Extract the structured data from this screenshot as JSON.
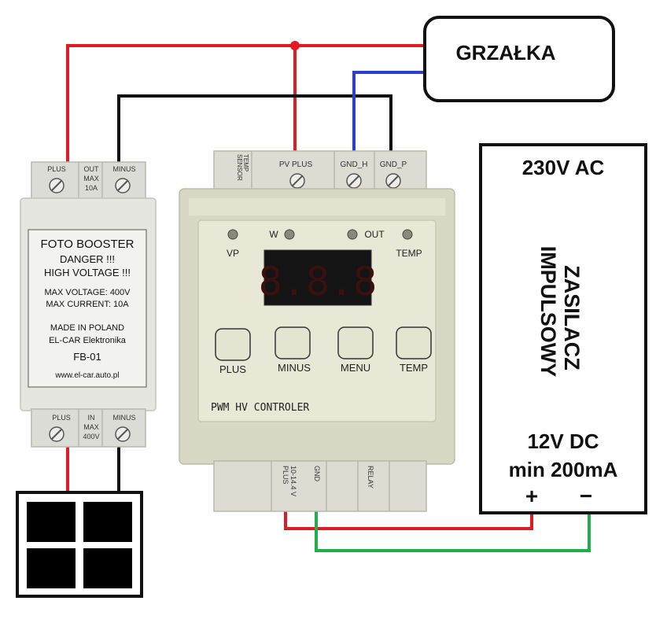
{
  "heater": {
    "label": "GRZAŁKA"
  },
  "power_supply": {
    "input": "230V AC",
    "name_line1": "ZASILACZ",
    "name_line2": "IMPULSOWY",
    "output_line1": "12V DC",
    "output_line2": "min 200mA",
    "plus": "+",
    "minus": "−"
  },
  "booster": {
    "top_terminals": {
      "plus": "PLUS",
      "out1": "OUT",
      "out2": "MAX",
      "out3": "10A",
      "minus": "MINUS"
    },
    "title": "FOTO BOOSTER",
    "warning1": "DANGER !!!",
    "warning2": "HIGH VOLTAGE !!!",
    "max_voltage": "MAX VOLTAGE: 400V",
    "max_current": "MAX CURRENT: 10A",
    "made_in": "MADE IN POLAND",
    "maker": "EL-CAR Elektronika",
    "model": "FB-01",
    "website": "www.el-car.auto.pl",
    "bottom_terminals": {
      "plus": "PLUS",
      "in1": "IN",
      "in2": "MAX",
      "in3": "400V",
      "minus": "MINUS"
    }
  },
  "controller": {
    "top_terminals": {
      "temp_sensor1": "TEMP",
      "temp_sensor2": "SENSOR",
      "pv_plus": "PV PLUS",
      "gnd_h": "GND_H",
      "gnd_p": "GND_P"
    },
    "leds": {
      "vp": "VP",
      "w": "W",
      "out": "OUT",
      "temp": "TEMP"
    },
    "display": "8.8.8",
    "buttons": {
      "plus": "PLUS",
      "minus": "MINUS",
      "menu": "MENU",
      "temp": "TEMP"
    },
    "name": "PWM HV CONTROLER",
    "bottom_terminals": {
      "supply1": "10-14.4 V",
      "supply2": "PLUS",
      "gnd": "GND",
      "relay": "RELAY"
    }
  },
  "colors": {
    "red_wire": "#e01b24",
    "black_wire": "#111111",
    "blue_wire": "#2b3fc8",
    "green_wire": "#1fae4a",
    "panel_cream": "#e9e8d6"
  }
}
